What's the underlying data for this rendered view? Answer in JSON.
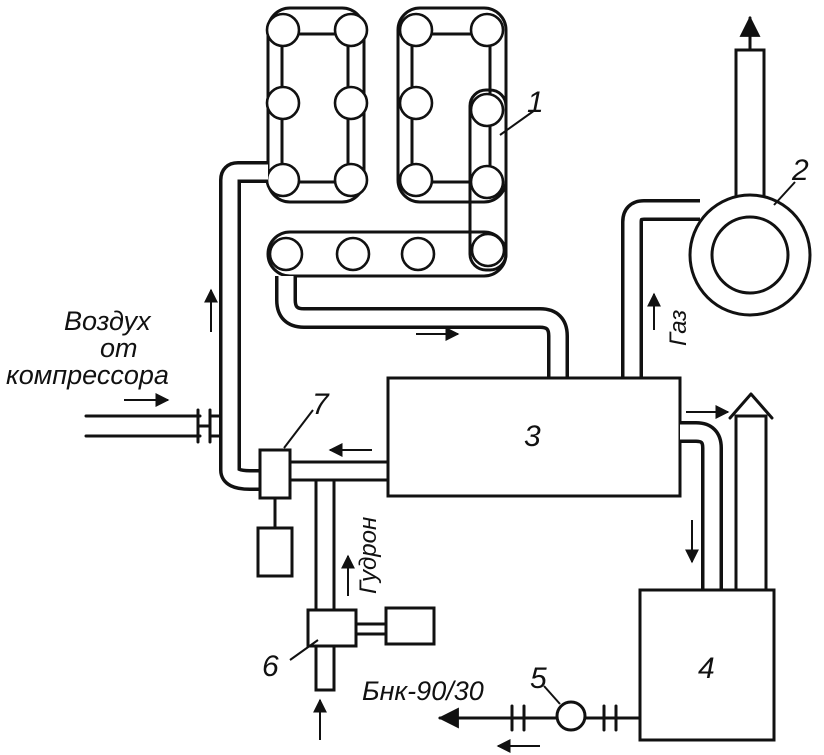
{
  "labels": {
    "air_line1": "Воздух",
    "air_line2": "от",
    "air_line3": "компрессора",
    "gas": "Газ",
    "tar": "Гудрон",
    "product": "Бнк-90/30"
  },
  "numbers": {
    "n1": "1",
    "n2": "2",
    "n3": "3",
    "n4": "4",
    "n5": "5",
    "n6": "6",
    "n7": "7"
  }
}
